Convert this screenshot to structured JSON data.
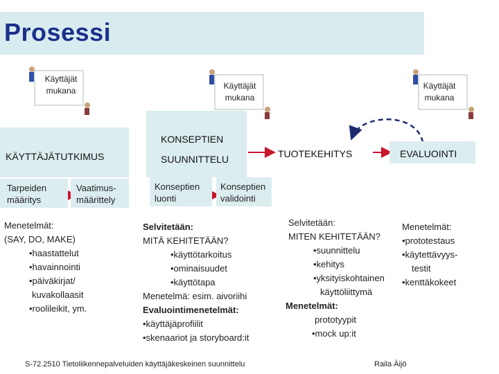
{
  "title": "Prosessi",
  "users_label_line1": "Käyttäjät",
  "users_label_line2": "mukana",
  "stages": {
    "research": "KÄYTTÄJÄTUTKIMUS",
    "concept_line1": "KONSEPTIEN",
    "concept_line2": "SUUNNITTELU",
    "development": "TUOTEKEHITYS",
    "evaluation": "EVALUOINTI"
  },
  "substeps": {
    "needs_line1": "Tarpeiden",
    "needs_line2": "määritys",
    "requirements_line1": "Vaatimus-",
    "requirements_line2": "määrittely",
    "concept_create_line1": "Konseptien",
    "concept_create_line2": "luonti",
    "concept_validate_line1": "Konseptien",
    "concept_validate_line2": "validointi"
  },
  "research_methods": {
    "heading": "Menetelmät:",
    "lines": [
      "(SAY, DO, MAKE)",
      "•haastattelut",
      "•havainnointi",
      "•päiväkirjat/",
      "kuvakollaasit",
      "•roolileikit, ym."
    ]
  },
  "concept_details": {
    "heading": "Selvitetään:",
    "question": "MITÄ KEHITETÄÄN?",
    "items": [
      "•käyttötarkoitus",
      "•ominaisuudet",
      "•käyttötapa"
    ],
    "method_line": "Menetelmä: esim. aivoriihi",
    "eval_heading": "Evaluointimenetelmät:",
    "eval_items": [
      "•käyttäjäprofiilit",
      "•skenaariot ja storyboard:it"
    ]
  },
  "development_details": {
    "heading": "Selvitetään:",
    "question": "MITEN KEHITETÄÄN?",
    "items": [
      "•suunnittelu",
      "•kehitys",
      "•yksityiskohtainen",
      "käyttöliittymä"
    ],
    "methods_heading": "Menetelmät:",
    "method_items": [
      "prototyypit",
      "•mock up:it"
    ]
  },
  "evaluation_methods": {
    "heading": "Menetelmät:",
    "lines": [
      "•prototestaus",
      "•käytettävyys-",
      "testit",
      "•kenttäkokeet"
    ]
  },
  "footer": {
    "course": "S-72.2510 Tietoliikennepalveluiden käyttäjäkeskeinen suunnittelu",
    "author": "Raila Äijö"
  },
  "colors": {
    "title": "#1b2f8a",
    "stage_bg": "#dcedf0",
    "arrow": "#c8162c",
    "dashed": "#1e2a6e"
  }
}
